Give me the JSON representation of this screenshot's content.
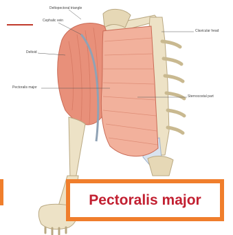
{
  "title": "Pectoralis major",
  "labels": {
    "deltopectoral_triangle": "Deltopectoral triangle",
    "cephalic_vein": "Cephalic vein",
    "deltoid": "Deltoid",
    "pectoralis_major": "Pectoralis major",
    "clavicular_head": "Clavicular head",
    "sternocostal_part": "Sternocostal part"
  },
  "colors": {
    "muscle": "#e8907a",
    "muscle_light": "#f2b19c",
    "bone": "#ede2c6",
    "accent_orange": "#f07e2c",
    "title_red": "#c22031"
  }
}
